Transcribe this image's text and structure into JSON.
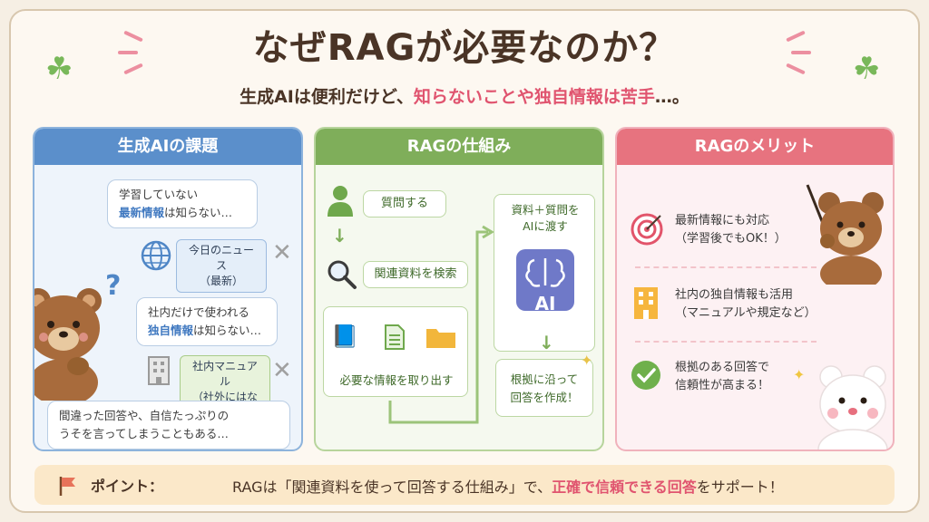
{
  "title": "なぜRAGが必要なのか？",
  "subtitle": {
    "before": "生成AIは便利だけど、",
    "highlight": "知らないことや独自情報は苦手",
    "after": "…。"
  },
  "panel1": {
    "header": "生成AIの課題",
    "bubble1": {
      "line1": "学習していない",
      "blue": "最新情報",
      "rest": "は知らない…"
    },
    "tag1": {
      "line1": "今日のニュース",
      "line2": "（最新）"
    },
    "bubble2": {
      "line1": "社内だけで使われる",
      "blue": "独自情報",
      "rest": "は知らない…"
    },
    "tag2": {
      "line1": "社内マニュアル",
      "line2": "（社外にはない）"
    },
    "bubble3": {
      "line1": "間違った回答や、自信たっぷりの",
      "line2": "うそを言ってしまうこともある…"
    },
    "question": "?"
  },
  "panel2": {
    "header": "RAGの仕組み",
    "step1": "質問する",
    "step2": "関連資料を検索",
    "step3": "必要な情報を取り出す",
    "step4": {
      "line1": "資料＋質問を",
      "line2": "AIに渡す"
    },
    "ai_label": "AI",
    "step5": {
      "line1": "根拠に沿って",
      "line2": "回答を作成！"
    }
  },
  "panel3": {
    "header": "RAGのメリット",
    "merit1": {
      "line1": "最新情報にも対応",
      "line2": "（学習後でもOK！）"
    },
    "merit2": {
      "line1": "社内の独自情報も活用",
      "line2": "（マニュアルや規定など）"
    },
    "merit3": {
      "line1": "根拠のある回答で",
      "line2": "信頼性が高まる！"
    }
  },
  "bottom": {
    "label": "ポイント：",
    "before": "RAGは「関連資料を使って回答する仕組み」で、",
    "highlight": "正確で信頼できる回答",
    "after": "をサポート！"
  },
  "colors": {
    "blue": "#5b8fcb",
    "green": "#7fae5a",
    "pink": "#e7737f",
    "highlight": "#e0546f"
  }
}
